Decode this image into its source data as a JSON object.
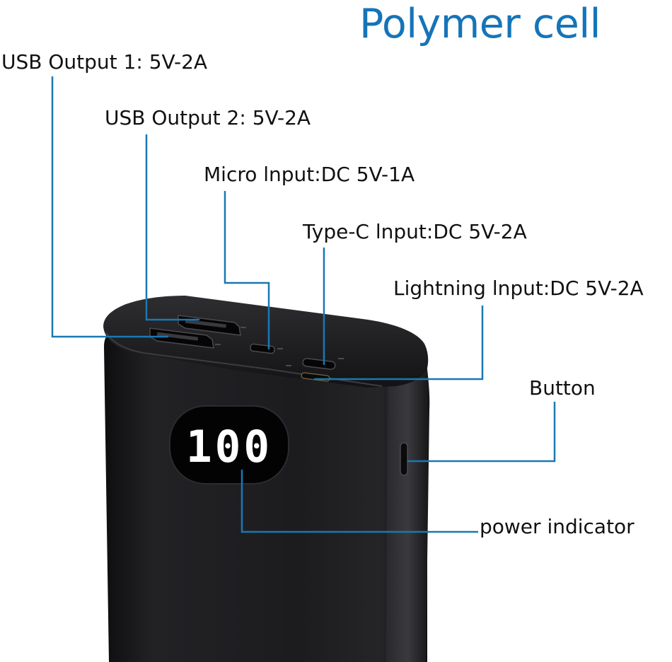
{
  "title": "Polymer cell",
  "display_reading": "100",
  "colors": {
    "title": "#1574b9",
    "leader_line": "#1a78b4",
    "device_body": "#1b1b1d",
    "display_digits": "#ffffff"
  },
  "labels": {
    "usb_output_1": "USB Output 1: 5V-2A",
    "usb_output_2": "USB Output 2: 5V-2A",
    "micro_input": "Micro lnput:DC 5V-1A",
    "type_c_input": "Type-C lnput:DC 5V-2A",
    "lightning_input": "Lightning lnput:DC 5V-2A",
    "button": "Button",
    "power_indicator": "power indicator"
  }
}
